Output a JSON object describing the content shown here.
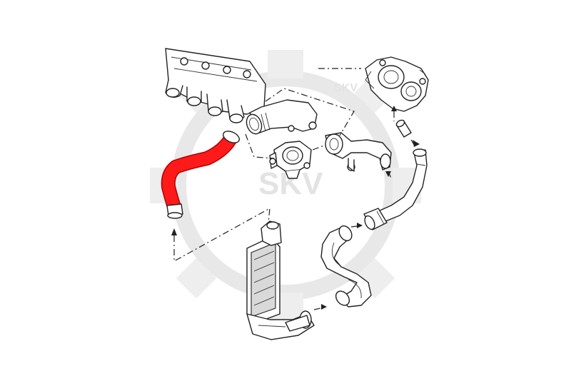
{
  "diagram": {
    "watermark": {
      "text_large": "SKV",
      "text_small": "SKV"
    },
    "colors": {
      "highlight": "#ff1a1a",
      "line": "#222222",
      "background": "#ffffff",
      "watermark": "#e3e3e3"
    },
    "parts": [
      {
        "name": "intake-manifold",
        "icon": "manifold-drawing"
      },
      {
        "name": "intake-elbow",
        "icon": "elbow-pipe-drawing"
      },
      {
        "name": "egr-valve",
        "icon": "valve-drawing"
      },
      {
        "name": "egr-pipe",
        "icon": "pipe-drawing"
      },
      {
        "name": "turbocharger",
        "icon": "turbo-drawing"
      },
      {
        "name": "turbo-coupling",
        "icon": "coupling-drawing"
      },
      {
        "name": "turbo-outlet-pipe",
        "icon": "pipe-drawing"
      },
      {
        "name": "intercooler-hose",
        "icon": "hose-drawing"
      },
      {
        "name": "intercooler",
        "icon": "intercooler-drawing"
      },
      {
        "name": "highlighted-hose",
        "icon": "hose-drawing",
        "highlighted": true
      }
    ]
  }
}
